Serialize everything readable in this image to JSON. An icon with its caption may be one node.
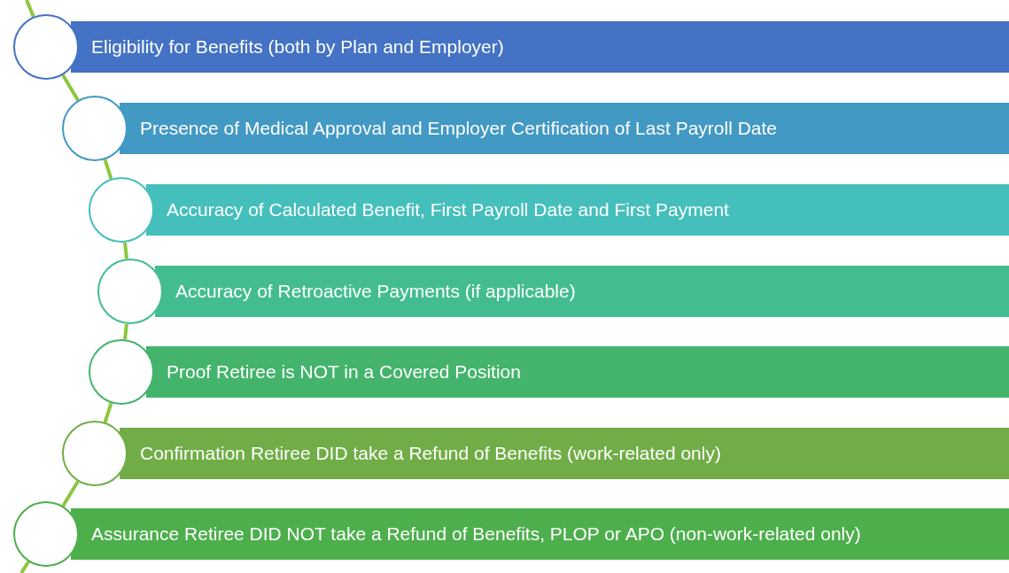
{
  "diagram": {
    "nodes": [
      {
        "text": [],
        "shape": "circle"
      },
      {
        "text": [
          "Eligibility for Benefits (both by Plan and Employer)"
        ]
      },
      {
        "text": [],
        "shape": "circle"
      },
      {
        "text": [
          "Presence of Medical Approval and Employer Certification of Last Payroll Date"
        ]
      },
      {
        "text": [],
        "shape": "circle"
      },
      {
        "text": [
          "Accuracy of Calculated Benefit, First Payroll Date and First Payment"
        ]
      },
      {
        "text": [],
        "shape": "circle"
      },
      {
        "text": [
          "Accuracy of Retroactive Payments (if applicable)"
        ]
      },
      {
        "text": [],
        "shape": "circle"
      },
      {
        "text": [
          "Proof Retiree is NOT in a Covered Position"
        ]
      },
      {
        "text": [],
        "shape": "circle"
      },
      {
        "text": [
          "Confirmation Retiree DID take a Refund of Benefits (work-related only)"
        ]
      },
      {
        "text": [],
        "shape": "circle"
      },
      {
        "text": [
          "Assurance Retiree DID NOT take a Refund of Benefits, PLOP or APO (non-work-related only)"
        ]
      }
    ],
    "edges": [
      {
        "from": null,
        "to": 0,
        "arrow": "none"
      },
      {
        "from": 0,
        "to": 2,
        "arrow": "none"
      },
      {
        "from": 2,
        "to": 4,
        "arrow": "none"
      },
      {
        "from": 4,
        "to": 6,
        "arrow": "none"
      },
      {
        "from": 6,
        "to": 8,
        "arrow": "none"
      },
      {
        "from": 8,
        "to": 10,
        "arrow": "none"
      },
      {
        "from": 10,
        "to": 12,
        "arrow": "none"
      },
      {
        "from": 12,
        "to": null,
        "arrow": "none"
      }
    ]
  }
}
